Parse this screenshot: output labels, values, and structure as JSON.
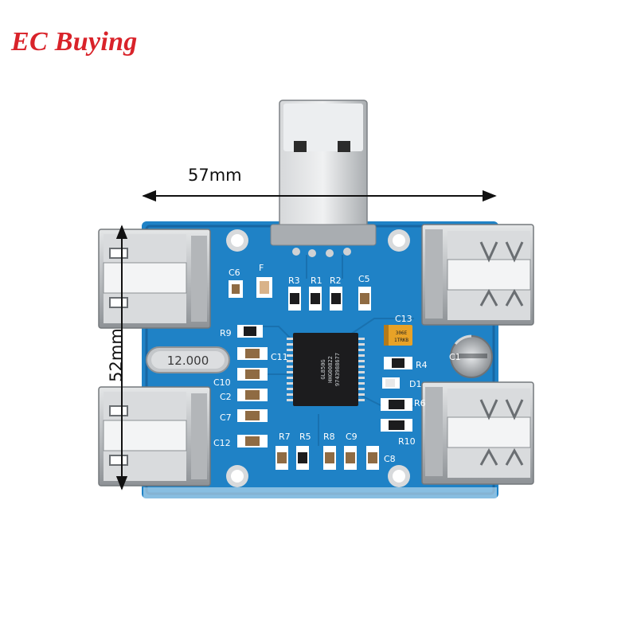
{
  "brand": {
    "text": "EC Buying",
    "color": "#d9232a"
  },
  "dimensions": {
    "width_label": "57mm",
    "height_label": "52mm"
  },
  "colors": {
    "pcb": "#1f82c6",
    "pcb_dark": "#1766a3",
    "metal": "#c9cbcd",
    "chip": "#1c1c1e",
    "silk": "#ffffff"
  },
  "board": {
    "crystal_label": "12.000",
    "chip_lines": [
      "GL850G",
      "HHG00822",
      "9743988677"
    ],
    "tantalum_label": "306E",
    "tantalum_sub": "1TRKB",
    "silkscreen": {
      "c6": "C6",
      "f": "F",
      "r3": "R3",
      "r1": "R1",
      "r2": "R2",
      "c5": "C5",
      "r9": "R9",
      "c11": "C11",
      "c10": "C10",
      "c2": "C2",
      "c7": "C7",
      "c12": "C12",
      "r7": "R7",
      "r5": "R5",
      "r8": "R8",
      "c9": "C9",
      "c8": "C8",
      "c13": "C13",
      "r4": "R4",
      "c1": "C1",
      "d1": "D1",
      "r6": "R6",
      "r10": "R10"
    }
  }
}
